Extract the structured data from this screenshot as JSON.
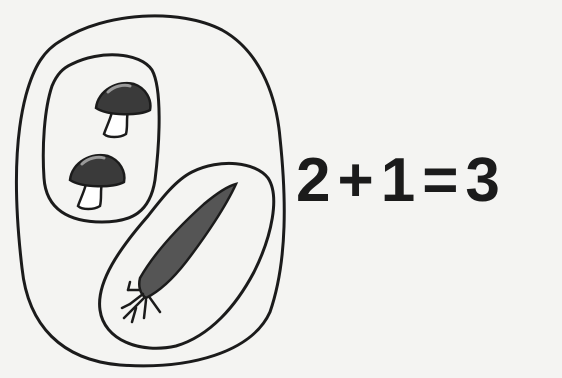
{
  "equation": {
    "addend_a": "2",
    "plus": "+",
    "addend_b": "1",
    "equals": "=",
    "result": "3"
  },
  "sets": {
    "outer": {
      "count": 3
    },
    "mushrooms": {
      "item": "mushroom-icon",
      "count": 2
    },
    "carrots": {
      "item": "carrot-icon",
      "count": 1
    }
  },
  "colors": {
    "ink": "#1b1b1b",
    "background": "#f4f4f2",
    "mushroom_cap": "#3a3a3a",
    "mushroom_stem": "#ffffff",
    "carrot": "#555555"
  }
}
